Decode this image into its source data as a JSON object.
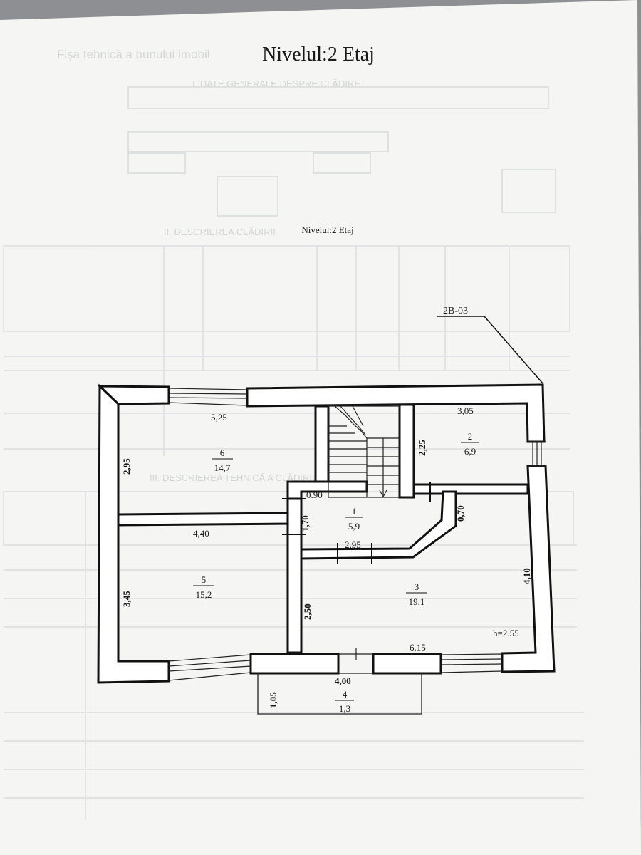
{
  "document": {
    "title": "Nivelul:2 Etaj",
    "subtitle": "Nivelul:2 Etaj",
    "marker": "2B-03",
    "height_note": "h=2.55"
  },
  "rooms": [
    {
      "id": "1",
      "number": "1",
      "area": "5,9"
    },
    {
      "id": "2",
      "number": "2",
      "area": "6,9"
    },
    {
      "id": "3",
      "number": "3",
      "area": "19,1"
    },
    {
      "id": "4",
      "number": "4",
      "area": "1,3"
    },
    {
      "id": "5",
      "number": "5",
      "area": "15,2"
    },
    {
      "id": "6",
      "number": "6",
      "area": "14,7"
    }
  ],
  "dimensions": {
    "d_5_25": "5,25",
    "d_3_05": "3,05",
    "d_2_95_left": "2,95",
    "d_2_25": "2,25",
    "d_0_90": "0.90",
    "d_1_70": "1,70",
    "d_0_70": "0,70",
    "d_4_40": "4,40",
    "d_2_95_mid": "2,95",
    "d_3_45": "3,45",
    "d_2_50": "2,50",
    "d_4_10": "4,10",
    "d_6_15": "6.15",
    "d_4_00": "4,00",
    "d_1_05": "1,05"
  },
  "background_form": {
    "lines": [
      "Fişa tehnică a bunului imobil",
      "I. DATE GENERALE DESPRE CLĂDIRE",
      "II. DESCRIEREA CLĂDIRII",
      "III. DESCRIEREA TEHNICĂ A CLĂDIRII"
    ]
  }
}
